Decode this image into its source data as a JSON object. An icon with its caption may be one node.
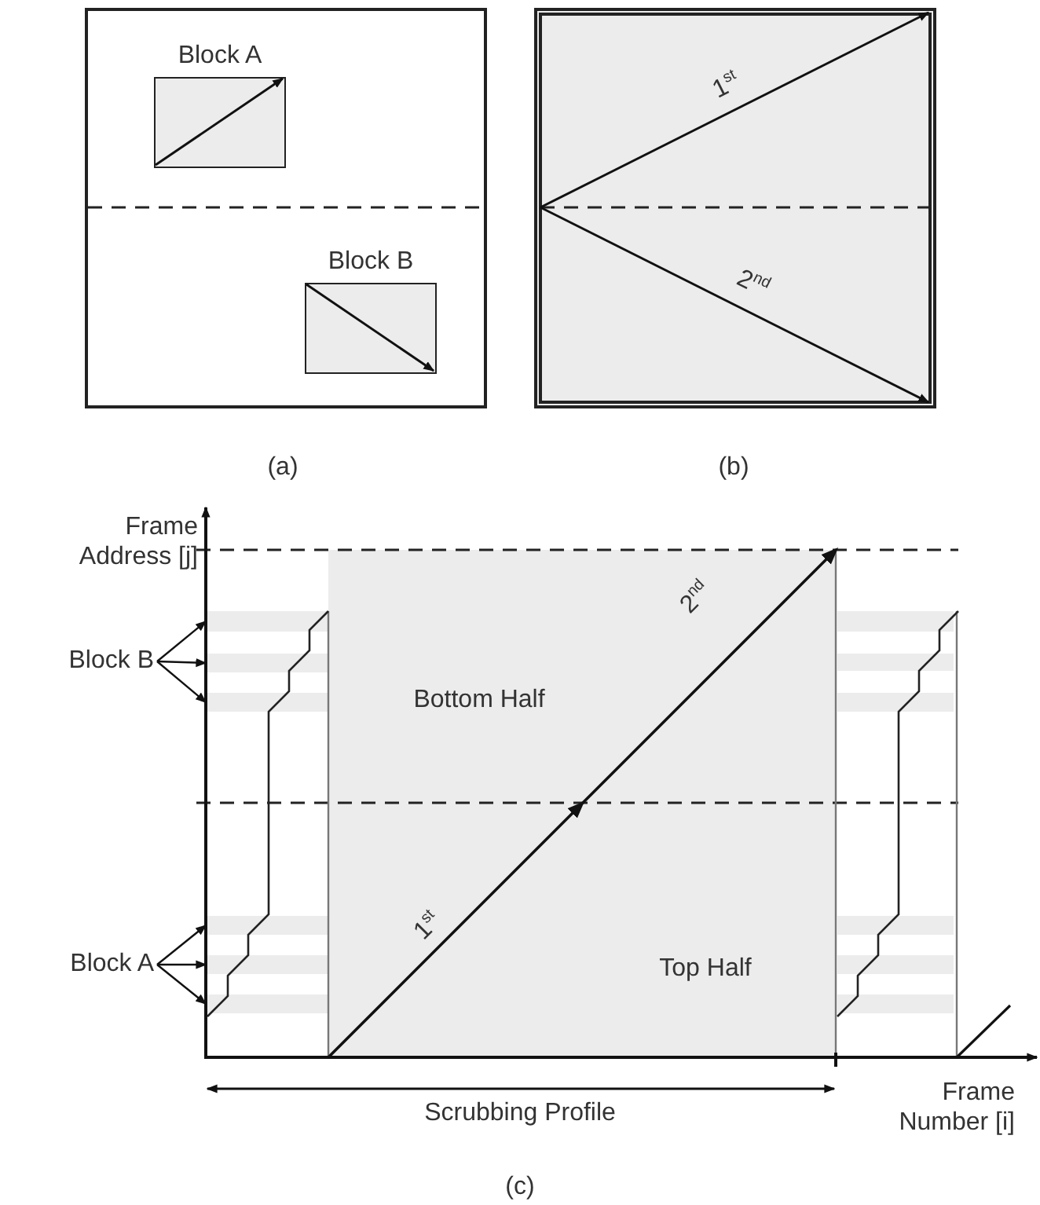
{
  "diagram": {
    "nodes": [
      {
        "text": [],
        "shape": "box"
      },
      {
        "text": [
          "Block A"
        ],
        "in": 0
      },
      {
        "text": [
          "Block B"
        ],
        "in": 0
      },
      {
        "text": [],
        "shape": "box"
      },
      {
        "text": [
          "Block B"
        ]
      },
      {
        "text": [
          "Block A"
        ]
      },
      {
        "text": [],
        "shape": "bar"
      },
      {
        "text": [],
        "shape": "bar"
      },
      {
        "text": [],
        "shape": "bar"
      },
      {
        "text": [],
        "shape": "bar"
      },
      {
        "text": [],
        "shape": "bar"
      },
      {
        "text": [],
        "shape": "bar"
      }
    ],
    "edges": [
      {
        "from": 4,
        "to": 6,
        "arrow": "to"
      },
      {
        "from": 4,
        "to": 7,
        "arrow": "to"
      },
      {
        "from": 4,
        "to": 8,
        "arrow": "to"
      },
      {
        "from": 5,
        "to": 9,
        "arrow": "to"
      },
      {
        "from": 5,
        "to": 10,
        "arrow": "to"
      },
      {
        "from": 5,
        "to": 11,
        "arrow": "to"
      }
    ],
    "labels": [
      "1$^{st}$",
      "2$^{nd}$",
      "(a)",
      "(b)",
      "Frame Address [j]",
      "2$^{nd}$",
      "Bottom Half",
      "1$^{st}$",
      "Top Half",
      "Scrubbing Profile",
      "Frame Number [i]",
      "(c)"
    ]
  }
}
